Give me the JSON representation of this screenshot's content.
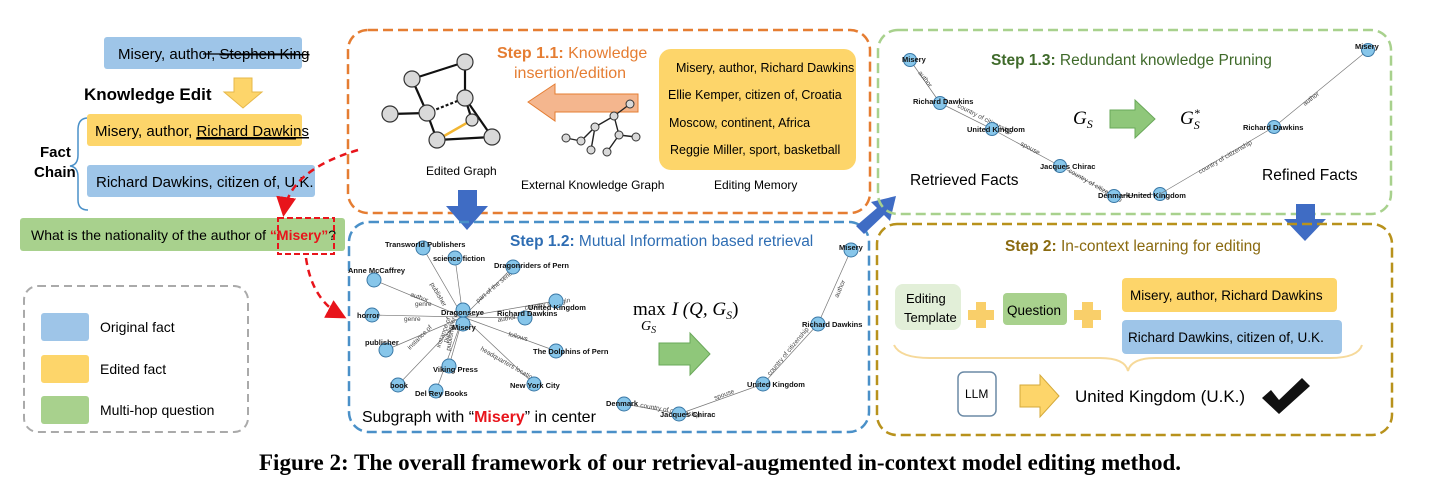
{
  "left": {
    "original_fact": {
      "prefix": "Misery, author, ",
      "struck": "Stephen King"
    },
    "knowledge_edit_label": "Knowledge Edit",
    "fact_chain_label": [
      "Fact",
      "Chain"
    ],
    "edited_fact": {
      "prefix": "Misery, author, ",
      "underlined": "Richard Dawkins"
    },
    "chain_fact2": "Richard Dawkins, citizen of, U.K.",
    "question": {
      "prefix": "What is the nationality of the author of ",
      "open_quote": "“",
      "highlight": "Misery",
      "close_quote": "”",
      "suffix": "?"
    },
    "legend": [
      {
        "label": "Original fact",
        "color": "#9ec5e8"
      },
      {
        "label": "Edited fact",
        "color": "#fdd56a"
      },
      {
        "label": "Multi-hop question",
        "color": "#a8d18d"
      }
    ]
  },
  "step11": {
    "title_bold": "Step 1.1:",
    "title_rest_line1": " Knowledge",
    "title_line2": "insertion/edition",
    "edited_graph_label": "Edited Graph",
    "ekg_label": "External Knowledge Graph",
    "memory_label": "Editing Memory",
    "memory_items": [
      "Misery, author, Richard Dawkins",
      "Ellie Kemper, citizen of, Croatia",
      "Moscow, continent, Africa",
      "Reggie Miller, sport, basketball"
    ]
  },
  "step12": {
    "title_bold": "Step 1.2:",
    "title_rest": " Mutual Information based retrieval",
    "formula_max": "max",
    "formula_sub": "G",
    "formula_sub_s": "S",
    "formula_body": "I (Q, G",
    "formula_body_s": "S",
    "formula_close": ")",
    "caption_prefix": "Subgraph with “",
    "caption_highlight": "Misery",
    "caption_suffix": "” in center",
    "graph_nodes": [
      "Transworld Publishers",
      "science fiction",
      "Dragonriders of Pern",
      "Anne McCaffrey",
      "United Kingdom",
      "Richard Dawkins",
      "Dragonseye",
      "Misery",
      "The Dolphins of Pern",
      "publisher",
      "Viking Press",
      "New York City",
      "book",
      "Del Rey Books",
      "horror"
    ],
    "graph_edges": [
      "publisher",
      "genre",
      "author",
      "part of the series",
      "author",
      "country of origin",
      "follows",
      "instance of",
      "publisher",
      "headquarters location",
      "genre",
      "publisher",
      "instance of"
    ],
    "path_nodes": [
      "Misery",
      "Richard Dawkins",
      "United Kingdom",
      "Jacques Chirac",
      "Denmark"
    ],
    "path_edges": [
      "author",
      "country of citizenship",
      "spouse",
      "country of citizenship"
    ]
  },
  "step13": {
    "title_bold": "Step 1.3:",
    "title_rest": " Redundant knowledge Pruning",
    "gs": "G",
    "gs_sub": "S",
    "gs_star_sup": "*",
    "retrieved_label": "Retrieved Facts",
    "refined_label": "Refined Facts",
    "left_path_nodes": [
      "Misery",
      "Richard Dawkins",
      "United Kingdom",
      "Jacques Chirac",
      "Denmark",
      "United Kingdom"
    ],
    "left_path_edges": [
      "author",
      "country of citizenship",
      "spouse",
      "country of citizenship"
    ],
    "right_path_nodes": [
      "Misery",
      "Richard Dawkins",
      "United Kingdom"
    ],
    "right_path_edges": [
      "author",
      "country of citizenship"
    ]
  },
  "step2": {
    "title_bold": "Step 2:",
    "title_rest": " In-context learning for editing",
    "template_label": [
      "Editing",
      "Template"
    ],
    "question_label": "Question",
    "fact1": "Misery, author, Richard Dawkins",
    "fact2": "Richard Dawkins, citizen of, U.K.",
    "llm_label": "LLM",
    "answer": "United Kingdom (U.K.)"
  },
  "caption": "Figure 2: The overall framework of our retrieval-augmented in-context model editing method.",
  "colors": {
    "blue_fill": "#9ec5e8",
    "yellow_fill": "#fdd56a",
    "green_fill": "#a8d18d",
    "orange_border": "#e57d32",
    "blue_border": "#4a90c8",
    "green_border": "#a8d18d",
    "gold_border": "#b8921c",
    "node_fill": "#87c6ea",
    "arrow_blue": "#3f6cc4",
    "misery_red": "#e8141b"
  }
}
